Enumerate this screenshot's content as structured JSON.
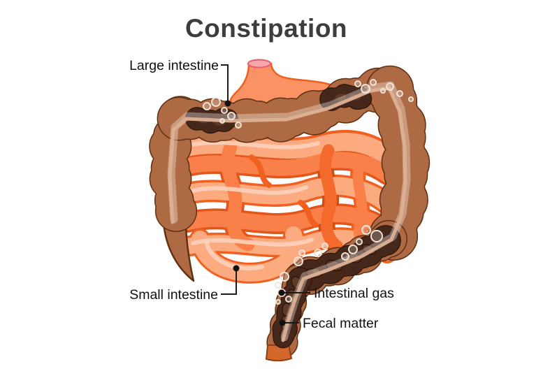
{
  "title": "Constipation",
  "labels": {
    "large_intestine": "Large intestine",
    "small_intestine": "Small intestine",
    "intestinal_gas": "Intestinal gas",
    "fecal_matter": "Fecal matter"
  },
  "colors": {
    "background": "#ffffff",
    "title_text": "#3d3d3d",
    "label_text": "#111111",
    "leader_line": "#1a1a1a",
    "colon_main": "#ae6a43",
    "colon_outline": "#5f3115",
    "taenia_stripe": "#dcb094",
    "sheen": "rgba(255,255,255,0.32)",
    "fecal_dark": "#46281a",
    "fecal_outline": "#2e1509",
    "fecal_lump": "#5f3a26",
    "fecal_lump_highlight": "#7a4b30",
    "si_light": "#fcab81",
    "si_mid": "#f98049",
    "si_deep": "#f2601f",
    "si_outline": "#e2551b",
    "si_highlight": "#fdd2ba",
    "duodenum_fill": "#fb9263",
    "duodenum_outline": "#ef6020",
    "opening_pink": "#f9a6ab",
    "opening_rim": "#e75d70",
    "bubble_stroke": "#f2e3d8",
    "rectum_tip": "#d4682a",
    "rectum_tip_outline": "#8a4012"
  }
}
